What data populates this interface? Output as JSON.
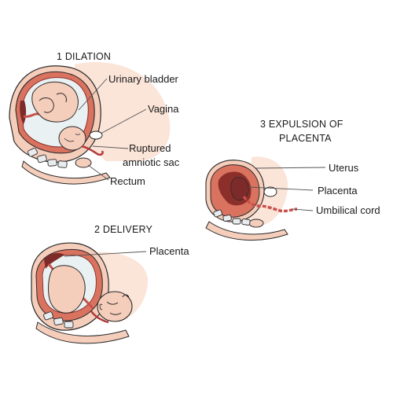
{
  "stages": [
    {
      "title": "1 DILATION",
      "labels": [
        "Urinary bladder",
        "Vagina",
        "Ruptured",
        "amniotic sac",
        "Rectum"
      ]
    },
    {
      "title": "2 DELIVERY",
      "labels": [
        "Placenta"
      ]
    },
    {
      "title_line1": "3 EXPULSION OF",
      "title_line2": "PLACENTA",
      "labels": [
        "Uterus",
        "Placenta",
        "Umbilical cord"
      ]
    }
  ],
  "colors": {
    "skin": "#f5cdbb",
    "skin_shadow": "#e9ad98",
    "uterus_wall": "#d9735f",
    "uterus_dark": "#8c2f2a",
    "fluid": "#eaf1f2",
    "blood": "#b23a3a",
    "placenta": "#7d2a2a",
    "cord": "#c9514b",
    "bone": "#e9ecef",
    "outline": "#2a2a2a",
    "leader": "#555555"
  }
}
